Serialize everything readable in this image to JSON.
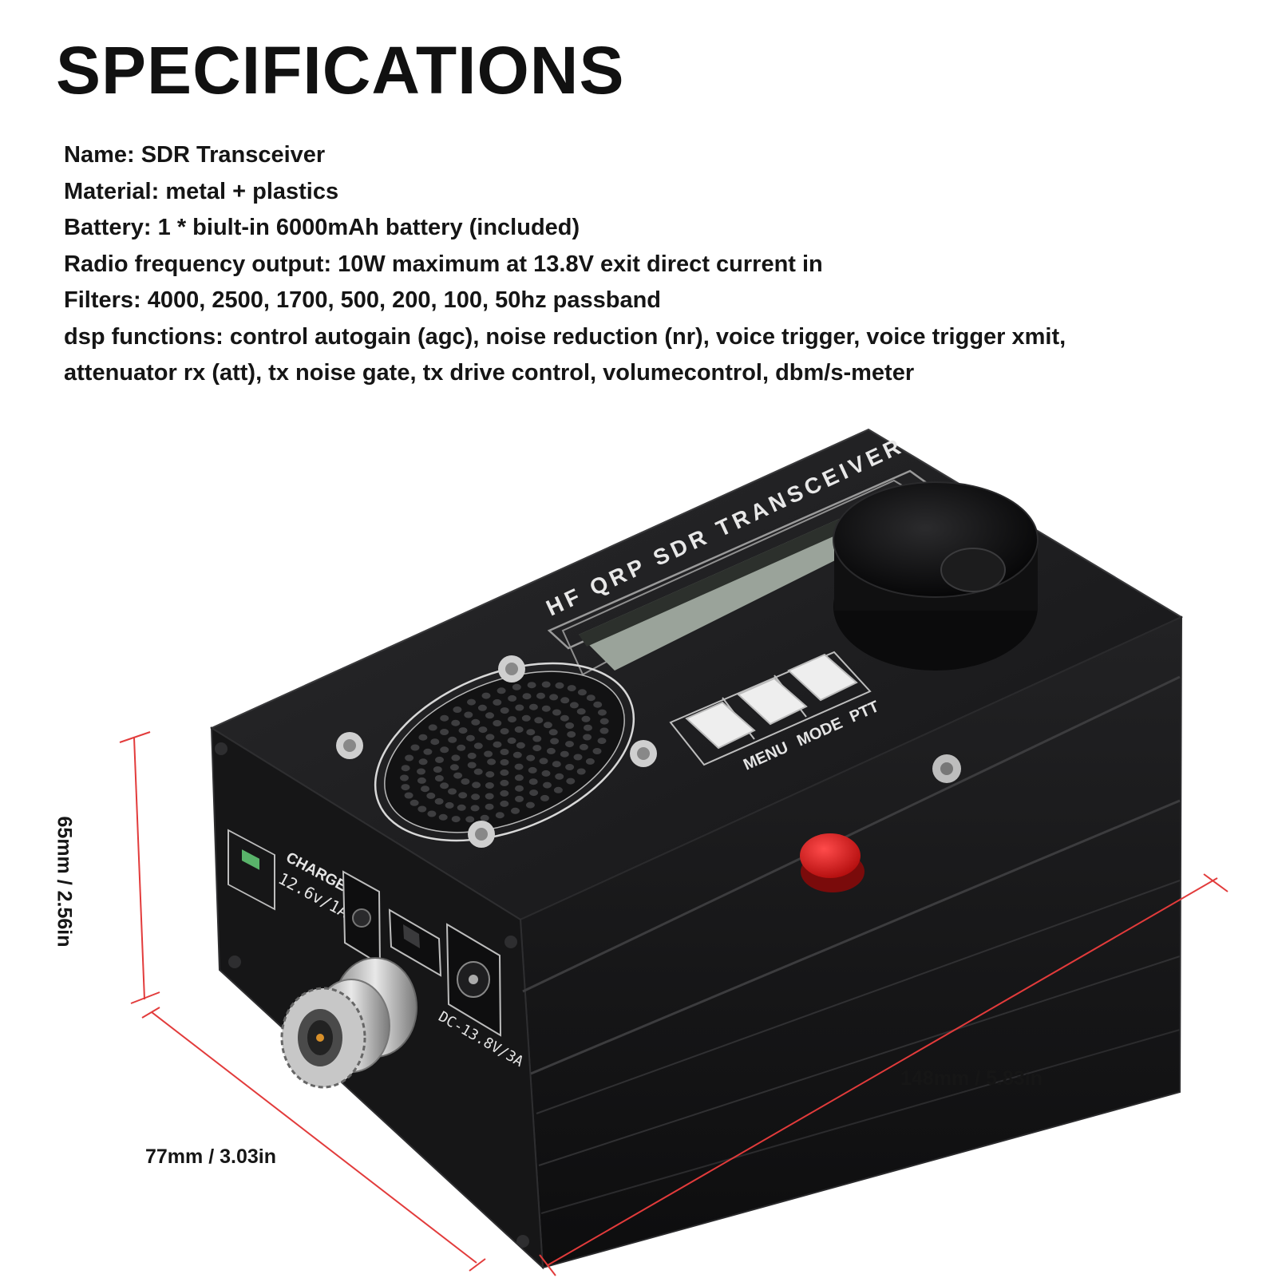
{
  "heading": "SPECIFICATIONS",
  "specs": [
    "Name: SDR Transceiver",
    "Material: metal + plastics",
    "Battery: 1 * biult-in 6000mAh battery (included)",
    "Radio frequency output: 10W maximum at 13.8V exit direct current in",
    "Filters: 4000, 2500, 1700, 500, 200, 100, 50hz passband",
    "dsp functions: control autogain (agc), noise reduction (nr), voice trigger, voice trigger xmit,",
    "attenuator rx (att), tx noise gate, tx drive control, volumecontrol, dbm/s-meter"
  ],
  "device": {
    "panel_title": "HF QRP SDR TRANSCEIVER",
    "buttons": [
      "MENU",
      "MODE",
      "PTT"
    ],
    "charge_label": "CHARGE",
    "charge_rating": "12.6v/1A",
    "dc_rating": "DC-13.8V/3A"
  },
  "dimensions": {
    "height": "65mm / 2.56in",
    "width": "77mm / 3.03in",
    "length": "148mm / 5.83in"
  },
  "colors": {
    "dimension_line": "#e23b3b",
    "body": "#1c1c1e",
    "ptt_button": "#e01e1e"
  }
}
